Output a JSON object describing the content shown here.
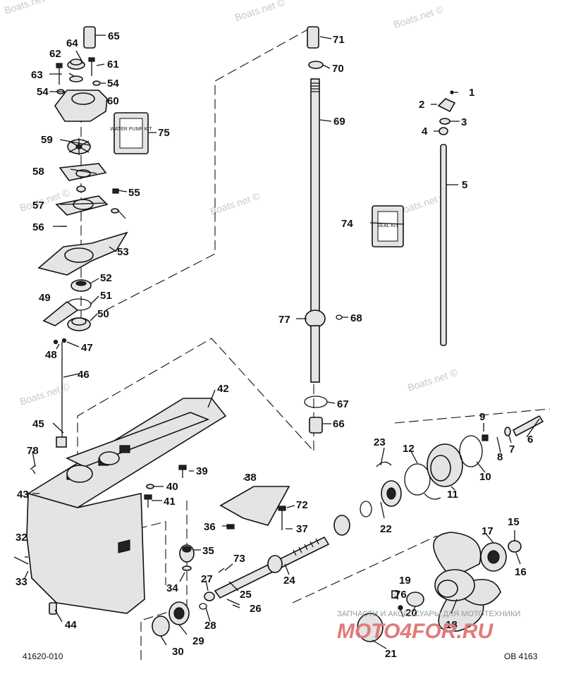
{
  "watermark": "Boats.net ©",
  "diagram_code": "41620-010",
  "diagram_ref": "OB 4163",
  "shop": {
    "tagline": "ЗАПЧАСТИ И АКСЕССУАРЫ ДЛЯ МОТОТЕХНИКИ",
    "brand": "MOTO4FOR.RU"
  },
  "kits": {
    "water_pump_kit": "WATER PUMP KIT",
    "seal_kit": "SEAL KIT"
  },
  "callouts": [
    "1",
    "2",
    "3",
    "4",
    "5",
    "6",
    "7",
    "8",
    "9",
    "10",
    "11",
    "12",
    "15",
    "16",
    "17",
    "18",
    "19",
    "20",
    "21",
    "22",
    "23",
    "24",
    "25",
    "26",
    "27",
    "28",
    "29",
    "30",
    "32",
    "33",
    "34",
    "35",
    "36",
    "37",
    "38",
    "39",
    "40",
    "41",
    "42",
    "43",
    "44",
    "45",
    "46",
    "47",
    "48",
    "49",
    "50",
    "51",
    "52",
    "53",
    "54",
    "54",
    "55",
    "56",
    "57",
    "58",
    "59",
    "60",
    "61",
    "62",
    "63",
    "64",
    "65",
    "66",
    "67",
    "68",
    "69",
    "70",
    "71",
    "72",
    "73",
    "74",
    "75",
    "76",
    "77",
    "78"
  ]
}
